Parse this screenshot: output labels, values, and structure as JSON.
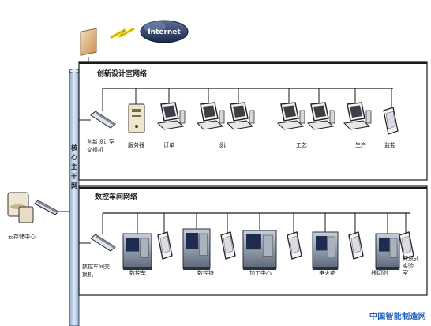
{
  "internet": {
    "label": "Internet"
  },
  "backbone": {
    "label": "核心主干网"
  },
  "design_section": {
    "title": "创新设计室网络",
    "switch": "创新设计室交换机",
    "server": "服务器",
    "order": "订单",
    "design": "设计",
    "process": "工艺",
    "production": "生产",
    "monitor": "监控"
  },
  "cnc_section": {
    "title": "数控车间网络",
    "switch": "数控车间交换机",
    "lathe": "数控车",
    "mill": "数控铣",
    "machining_center": "加工中心",
    "edm": "电火花",
    "wire_cut": "线切割",
    "lab": "开放式实验室"
  },
  "cloud": {
    "label": "云存储中心"
  },
  "watermark": "中国智能制造网"
}
